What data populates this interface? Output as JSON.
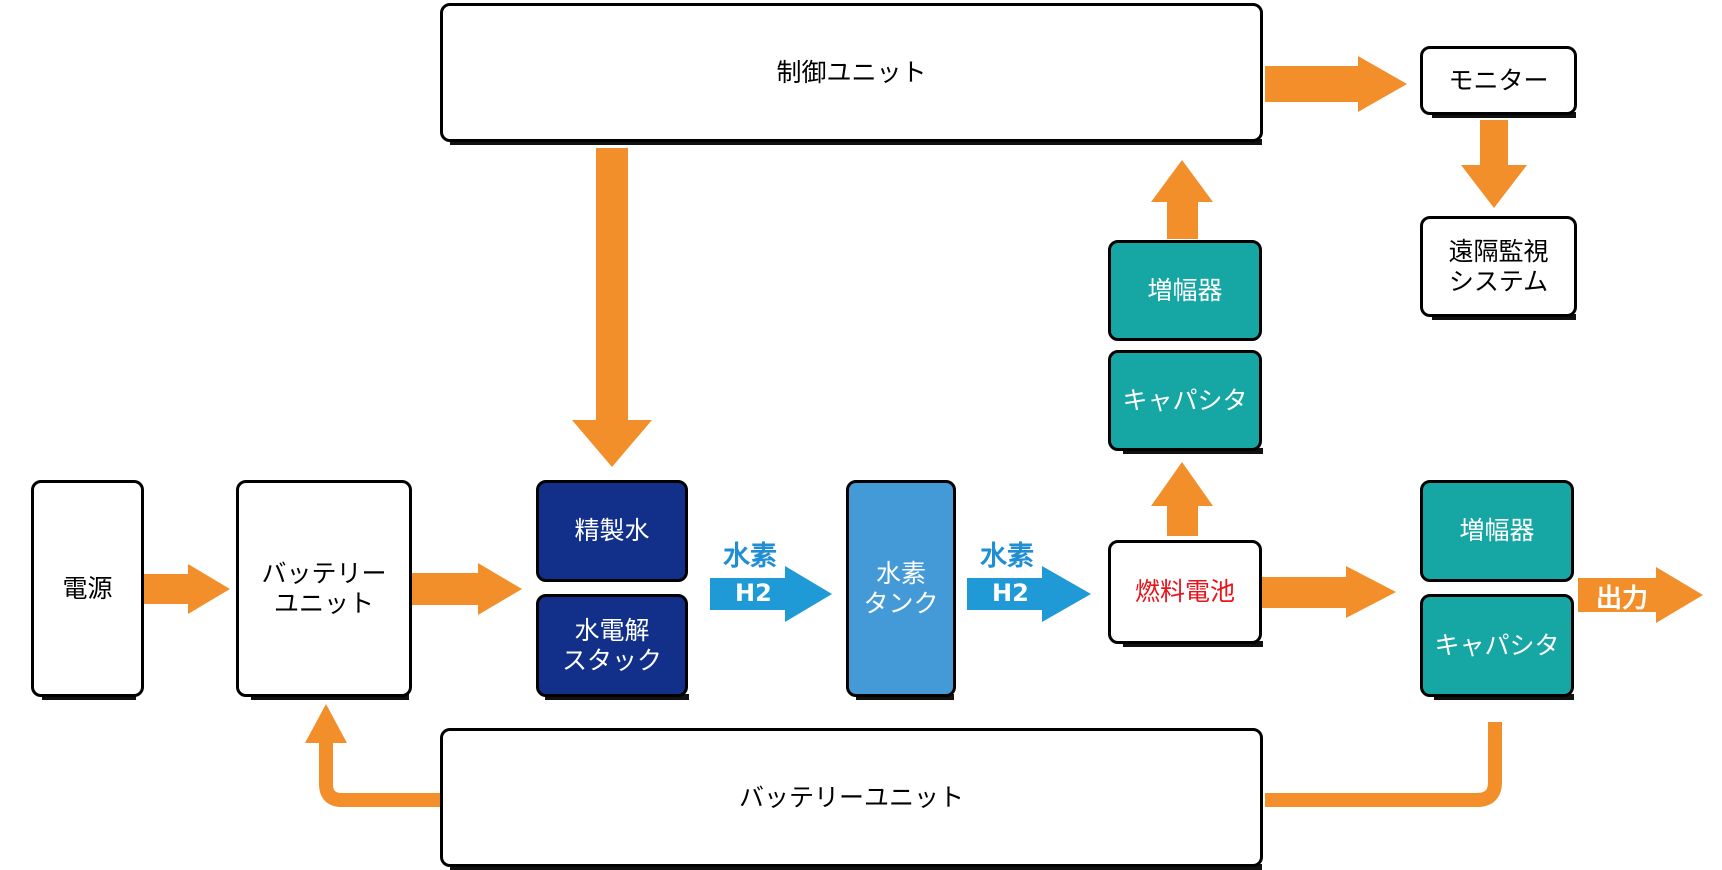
{
  "colors": {
    "flow_arrow": "#f38f2a",
    "hydrogen_arrow": "#1f9ad6",
    "navy_block": "#12308a",
    "tank_block": "#449ad7",
    "teal_block": "#16a7a4",
    "fuel_cell_text": "#e8141b",
    "outline": "#000000"
  },
  "blocks": {
    "control_unit": "制御ユニット",
    "monitor": "モニター",
    "remote_monitoring": "遠隔監視\nシステム",
    "power_source": "電源",
    "battery_unit_left": "バッテリー\nユニット",
    "purified_water": "精製水",
    "electrolysis_stack": "水電解\nスタック",
    "hydrogen_tank": "水素\nタンク",
    "fuel_cell": "燃料電池",
    "amplifier_upper": "増幅器",
    "capacitor_upper": "キャパシタ",
    "amplifier_right": "増幅器",
    "capacitor_right": "キャパシタ",
    "battery_unit_bottom": "バッテリーユニット"
  },
  "arrow_labels": {
    "hydrogen_1_top": "水素",
    "hydrogen_1_formula": "H2",
    "hydrogen_2_top": "水素",
    "hydrogen_2_formula": "H2",
    "output": "出力"
  }
}
